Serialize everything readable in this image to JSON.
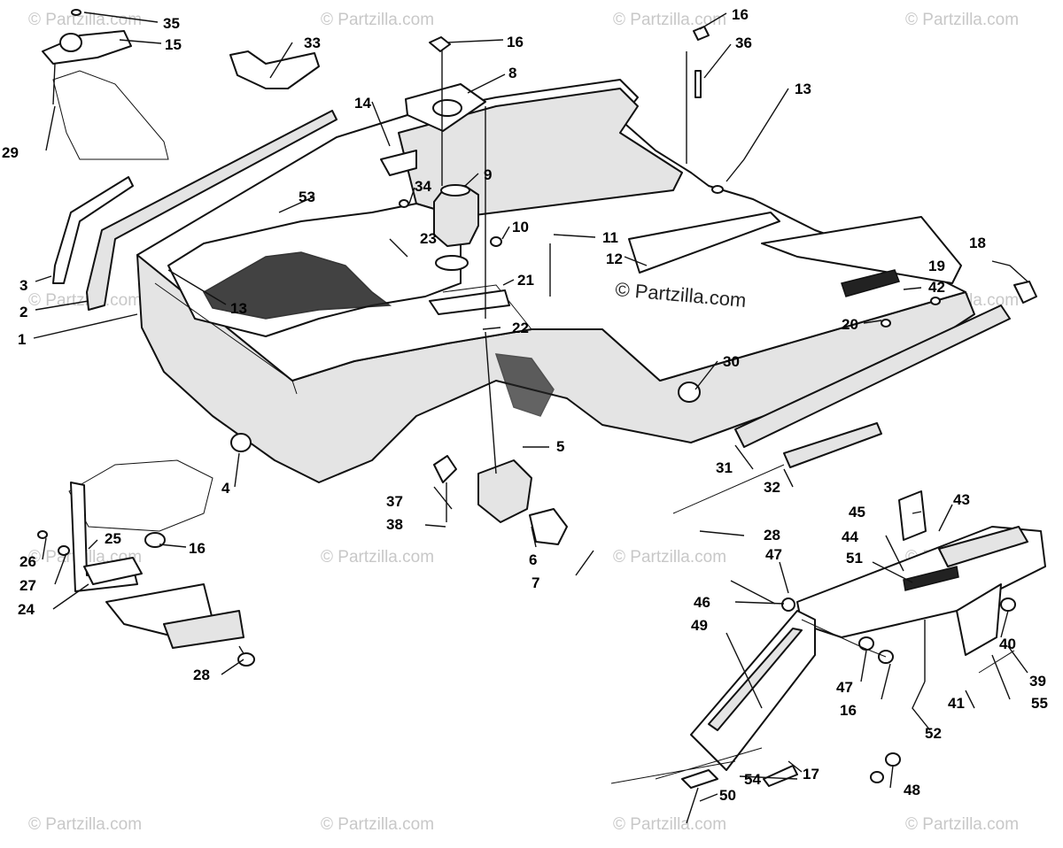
{
  "watermark": {
    "main": "© Partzilla.com",
    "repeat": "© Partzilla.com"
  },
  "callouts": [
    {
      "id": "c35",
      "text": "35"
    },
    {
      "id": "c15",
      "text": "15"
    },
    {
      "id": "c29",
      "text": "29"
    },
    {
      "id": "c33",
      "text": "33"
    },
    {
      "id": "c16a",
      "text": "16"
    },
    {
      "id": "c8",
      "text": "8"
    },
    {
      "id": "c16b",
      "text": "16"
    },
    {
      "id": "c36",
      "text": "36"
    },
    {
      "id": "c14",
      "text": "14"
    },
    {
      "id": "c13a",
      "text": "13"
    },
    {
      "id": "c34",
      "text": "34"
    },
    {
      "id": "c9",
      "text": "9"
    },
    {
      "id": "c53",
      "text": "53"
    },
    {
      "id": "c10",
      "text": "10"
    },
    {
      "id": "c11",
      "text": "11"
    },
    {
      "id": "c23",
      "text": "23"
    },
    {
      "id": "c12",
      "text": "12"
    },
    {
      "id": "c18",
      "text": "18"
    },
    {
      "id": "c19",
      "text": "19"
    },
    {
      "id": "c42",
      "text": "42"
    },
    {
      "id": "c3",
      "text": "3"
    },
    {
      "id": "c2",
      "text": "2"
    },
    {
      "id": "c13b",
      "text": "13"
    },
    {
      "id": "c21",
      "text": "21"
    },
    {
      "id": "c20",
      "text": "20"
    },
    {
      "id": "c1",
      "text": "1"
    },
    {
      "id": "c22",
      "text": "22"
    },
    {
      "id": "c30",
      "text": "30"
    },
    {
      "id": "c5",
      "text": "5"
    },
    {
      "id": "c4",
      "text": "4"
    },
    {
      "id": "c31",
      "text": "31"
    },
    {
      "id": "c37",
      "text": "37"
    },
    {
      "id": "c32",
      "text": "32"
    },
    {
      "id": "c38",
      "text": "38"
    },
    {
      "id": "c45",
      "text": "45"
    },
    {
      "id": "c43",
      "text": "43"
    },
    {
      "id": "c28a",
      "text": "28"
    },
    {
      "id": "c25",
      "text": "25"
    },
    {
      "id": "c16c",
      "text": "16"
    },
    {
      "id": "c26",
      "text": "26"
    },
    {
      "id": "c6",
      "text": "6"
    },
    {
      "id": "c44",
      "text": "44"
    },
    {
      "id": "c27",
      "text": "27"
    },
    {
      "id": "c47a",
      "text": "47"
    },
    {
      "id": "c51",
      "text": "51"
    },
    {
      "id": "c7",
      "text": "7"
    },
    {
      "id": "c24",
      "text": "24"
    },
    {
      "id": "c46",
      "text": "46"
    },
    {
      "id": "c49",
      "text": "49"
    },
    {
      "id": "c40",
      "text": "40"
    },
    {
      "id": "c28b",
      "text": "28"
    },
    {
      "id": "c39",
      "text": "39"
    },
    {
      "id": "c47b",
      "text": "47"
    },
    {
      "id": "c41",
      "text": "41"
    },
    {
      "id": "c55",
      "text": "55"
    },
    {
      "id": "c16d",
      "text": "16"
    },
    {
      "id": "c52",
      "text": "52"
    },
    {
      "id": "c17",
      "text": "17"
    },
    {
      "id": "c54",
      "text": "54"
    },
    {
      "id": "c48",
      "text": "48"
    },
    {
      "id": "c50",
      "text": "50"
    }
  ]
}
